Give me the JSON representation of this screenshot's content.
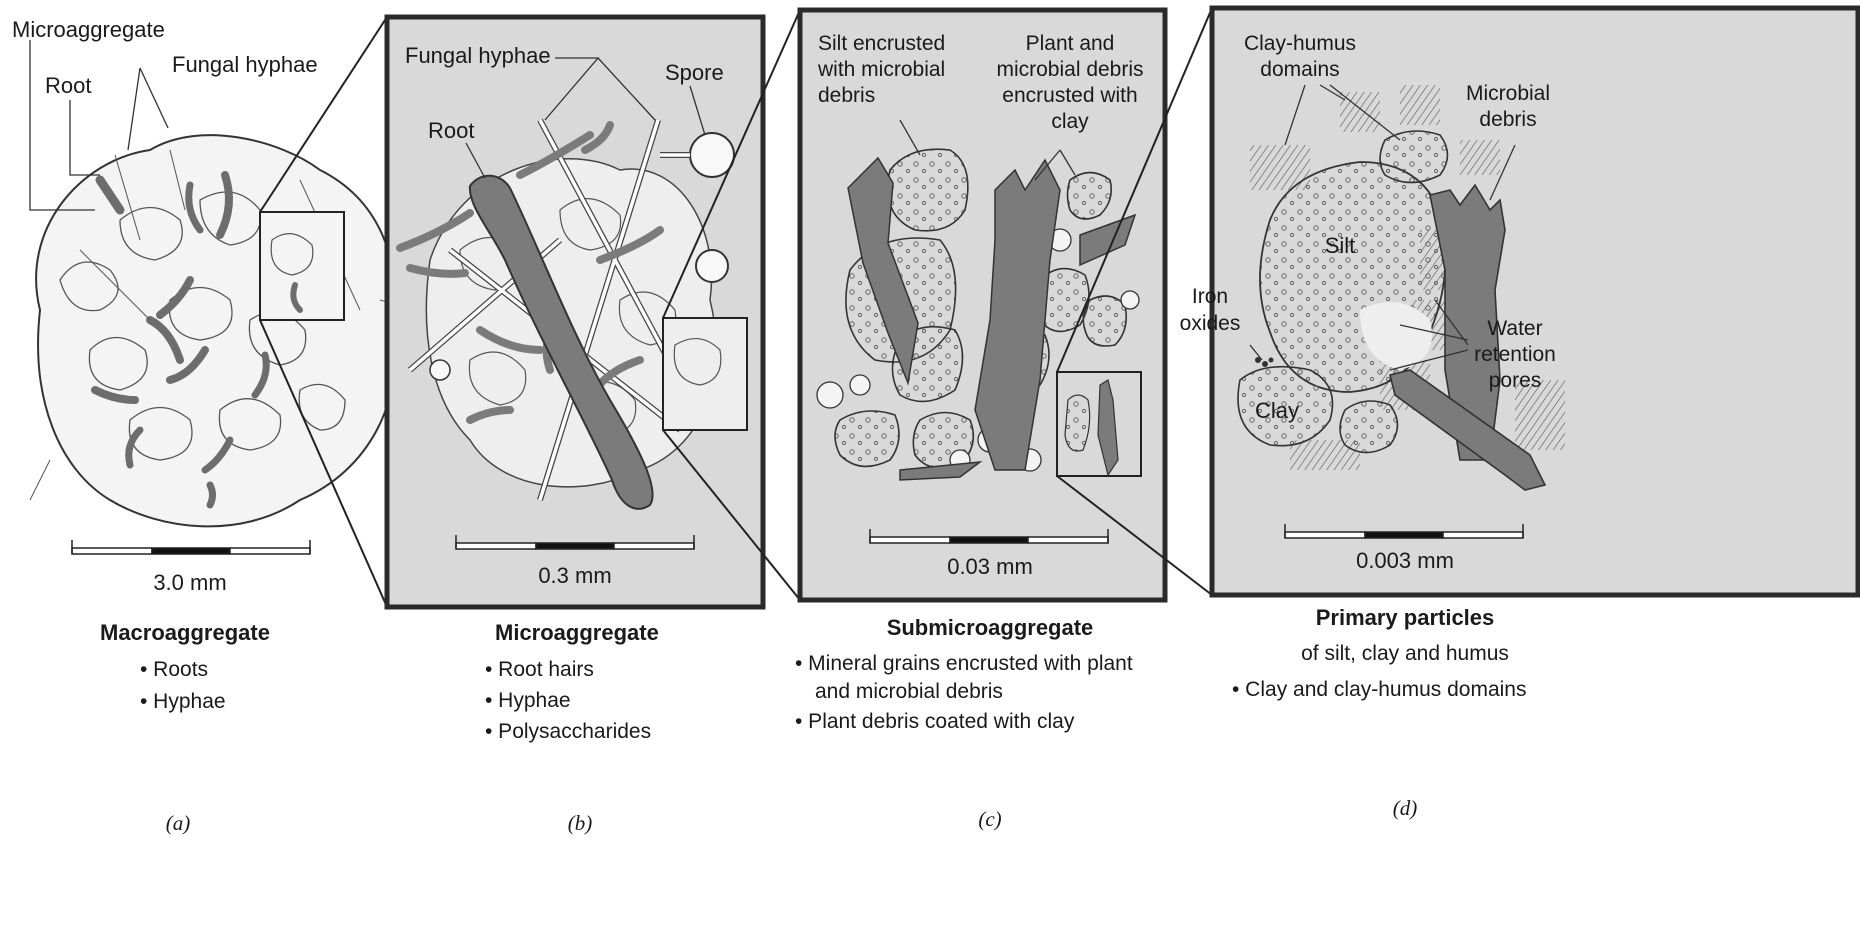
{
  "panel_a": {
    "labels": {
      "microaggregate": "Microaggregate",
      "root": "Root",
      "fungal_hyphae": "Fungal hyphae"
    },
    "scale": "3.0 mm",
    "title": "Macroaggregate",
    "bullets": [
      "• Roots",
      "• Hyphae"
    ],
    "tag": "(a)"
  },
  "panel_b": {
    "labels": {
      "fungal_hyphae": "Fungal hyphae",
      "spore": "Spore",
      "root": "Root"
    },
    "scale": "0.3 mm",
    "title": "Microaggregate",
    "bullets": [
      "• Root hairs",
      "• Hyphae",
      "• Polysaccharides"
    ],
    "tag": "(b)"
  },
  "panel_c": {
    "labels": {
      "silt_line1": "Silt encrusted",
      "silt_line2": "with microbial",
      "silt_line3": "debris",
      "plant_line1": "Plant and",
      "plant_line2": "microbial debris",
      "plant_line3": "encrusted with",
      "plant_line4": "clay"
    },
    "scale": "0.03 mm",
    "title": "Submicroaggregate",
    "bullets": [
      "• Mineral grains encrusted with plant",
      "and microbial debris",
      "• Plant debris coated with clay"
    ],
    "tag": "(c)"
  },
  "panel_d": {
    "labels": {
      "clay_humus_line1": "Clay-humus",
      "clay_humus_line2": "domains",
      "microbial_line1": "Microbial",
      "microbial_line2": "debris",
      "silt": "Silt",
      "iron_line1": "Iron",
      "iron_line2": "oxides",
      "water_line1": "Water",
      "water_line2": "retention",
      "water_line3": "pores",
      "clay": "Clay"
    },
    "scale": "0.003 mm",
    "title": "Primary particles",
    "subtitle": "of silt, clay and humus",
    "bullets": [
      "• Clay and clay-humus domains"
    ],
    "tag": "(d)"
  },
  "colors": {
    "panel_fill": "#d9d9d9",
    "panel_border": "#2a2a2a",
    "root_fill": "#7b7b7b",
    "particle_fill": "#eeeeee",
    "ink": "#1a1a1a"
  }
}
